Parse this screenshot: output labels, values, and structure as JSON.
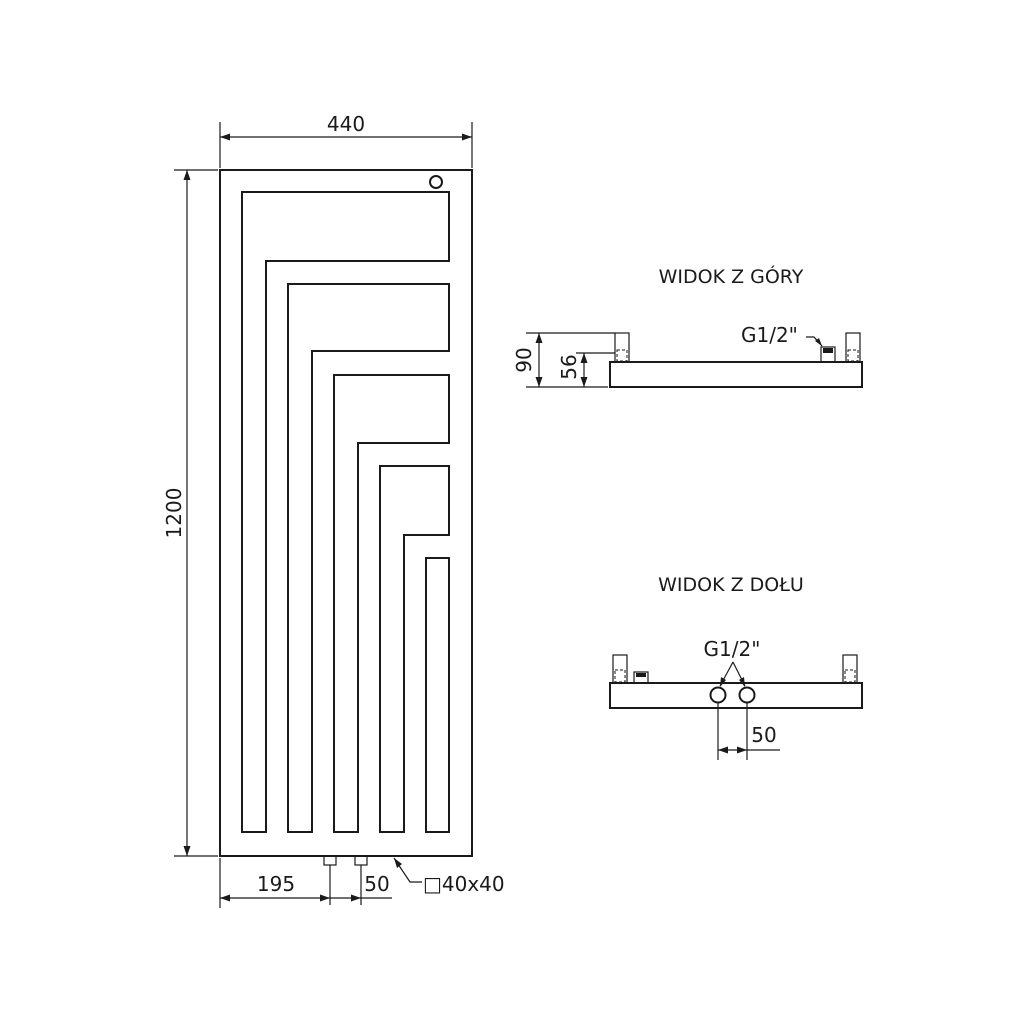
{
  "front_view": {
    "width_label": "440",
    "height_label": "1200",
    "offset_left_label": "195",
    "pipe_spacing_label": "50",
    "profile_label": "□40x40"
  },
  "top_view": {
    "title": "WIDOK Z GÓRY",
    "depth_label": "90",
    "body_depth_label": "56",
    "connection_label": "G1/2\""
  },
  "bottom_view": {
    "title": "WIDOK Z DOŁU",
    "connection_label": "G1/2\"",
    "pipe_spacing_label": "50"
  },
  "colors": {
    "line": "#1a1a1a",
    "background": "#ffffff"
  }
}
